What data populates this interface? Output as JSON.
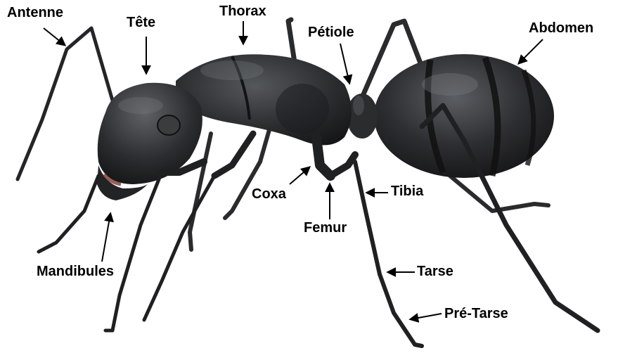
{
  "labels": {
    "antenne": "Antenne",
    "tete": "Tête",
    "thorax": "Thorax",
    "petiole": "Pétiole",
    "abdomen": "Abdomen",
    "coxa": "Coxa",
    "tibia": "Tibia",
    "femur": "Femur",
    "mandibules": "Mandibules",
    "tarse": "Tarse",
    "pre_tarse": "Pré-Tarse"
  },
  "colors": {
    "body": "#2a2b2d",
    "body_highlight": "#5a5d60",
    "leg": "#1f2022",
    "text": "#000000",
    "background": "#ffffff",
    "mandible_red": "#7a3a30"
  }
}
